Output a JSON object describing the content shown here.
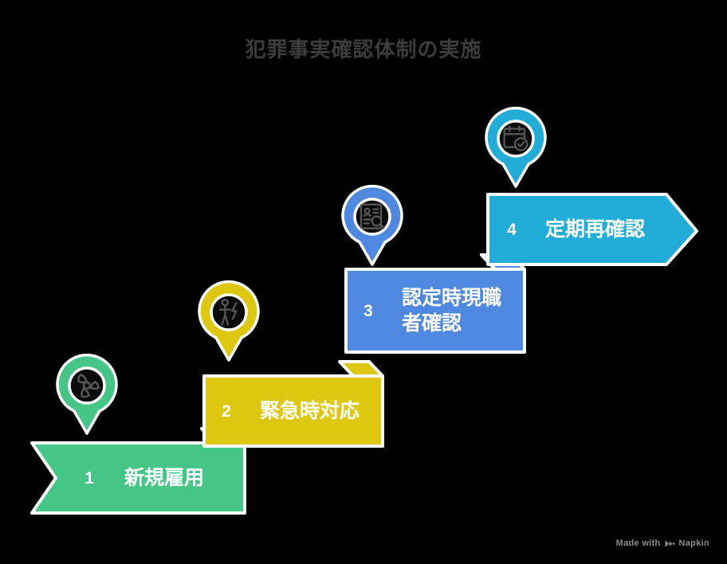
{
  "title": "犯罪事実確認体制の実施",
  "background_color": "#000000",
  "title_color": "#3c3c3c",
  "steps": [
    {
      "number": "1",
      "label": "新規雇用",
      "color": "#45C687",
      "icon": "biohazard-icon",
      "shape": "notched-left-flat-right"
    },
    {
      "number": "2",
      "label": "緊急時対応",
      "color": "#DDC70F",
      "icon": "person-lightning-icon",
      "shape": "flat-left-flat-right"
    },
    {
      "number": "3",
      "label": "認定時現職\n者確認",
      "color": "#4F88E0",
      "icon": "document-search-icon",
      "shape": "flat-left-flat-right"
    },
    {
      "number": "4",
      "label": "定期再確認",
      "color": "#22ADD8",
      "icon": "calendar-check-icon",
      "shape": "flat-left-arrow-right"
    }
  ],
  "watermark": {
    "prefix": "Made with",
    "brand": "Napkin",
    "logo": "napkin-logo-icon"
  }
}
